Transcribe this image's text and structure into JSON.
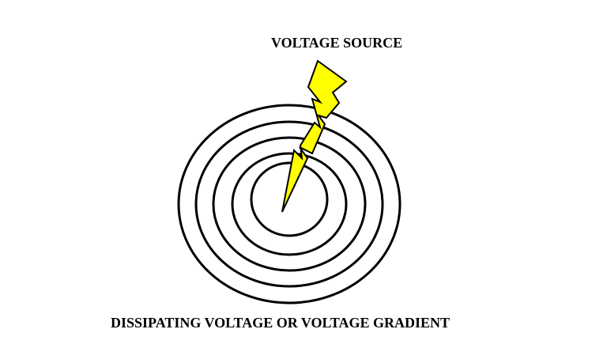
{
  "labels": {
    "top": "VOLTAGE SOURCE",
    "bottom": "DISSIPATING VOLTAGE OR VOLTAGE GRADIENT"
  },
  "colors": {
    "ring_stroke": "#000000",
    "bolt_fill": "#ffff00",
    "bolt_stroke": "#000000",
    "background": "#ffffff"
  },
  "icons": {
    "bolt": "lightning-bolt-icon",
    "rings": "concentric-rings"
  }
}
